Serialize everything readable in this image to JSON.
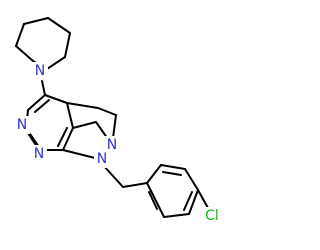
{
  "molecule": {
    "atoms": {
      "n_piperidine": {
        "label": "N"
      },
      "n_pyrimidine_upper": {
        "label": "N"
      },
      "n_pyrimidine_lower": {
        "label": "N"
      },
      "n_pyrazole_2": {
        "label": "N"
      },
      "n_pyrazole_1": {
        "label": "N"
      },
      "chlorine": {
        "label": "Cl"
      }
    },
    "colors": {
      "bond": "#000000",
      "nitrogen": "#3333cc",
      "chlorine": "#1db31d"
    }
  }
}
